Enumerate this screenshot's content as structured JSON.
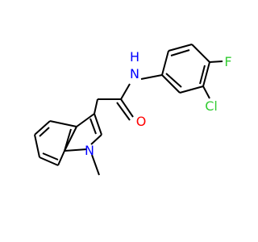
{
  "molecule": {
    "atoms": {
      "nh": "N",
      "h": "H",
      "o": "O",
      "f": "F",
      "cl": "Cl",
      "n_indole": "N"
    }
  },
  "colors": {
    "nitrogen": "#0000ff",
    "oxygen": "#ff0000",
    "fluorine": "#33cc33",
    "chlorine": "#33cc33",
    "carbon": "#000000"
  }
}
